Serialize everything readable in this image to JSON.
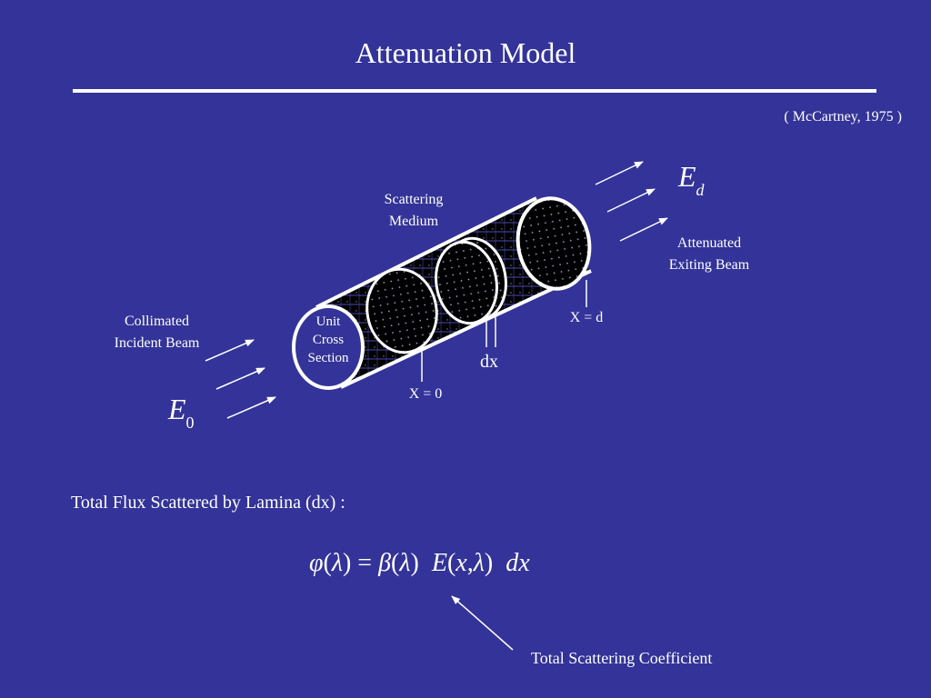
{
  "slide": {
    "title": "Attenuation Model",
    "citation": "( McCartney, 1975 )"
  },
  "diagram": {
    "scattering_medium": [
      "Scattering",
      "Medium"
    ],
    "attenuated_beam": [
      "Attenuated",
      "Exiting Beam"
    ],
    "incident_beam": [
      "Collimated",
      "Incident  Beam"
    ],
    "unit_cross_section": [
      "Unit",
      "Cross",
      "Section"
    ],
    "x_equals_d": "X = d",
    "x_equals_0": "X = 0",
    "dx": "dx",
    "e_symbol": "E",
    "e0_subscript": "0",
    "ed_subscript": "d"
  },
  "body": {
    "lamina_text": "Total  Flux Scattered by Lamina (dx) :",
    "coefficient_label": "Total  Scattering  Coefficient"
  },
  "formula": {
    "phi": "φ",
    "paren_open": "(",
    "lambda": "λ",
    "paren_close": ")",
    "equals": " = ",
    "beta": "β",
    "e": "E",
    "x": "x",
    "comma": ",",
    "dx": "dx"
  },
  "colors": {
    "background": "#333399",
    "foreground": "#ffffff",
    "cylinder_fill": "#000000"
  }
}
